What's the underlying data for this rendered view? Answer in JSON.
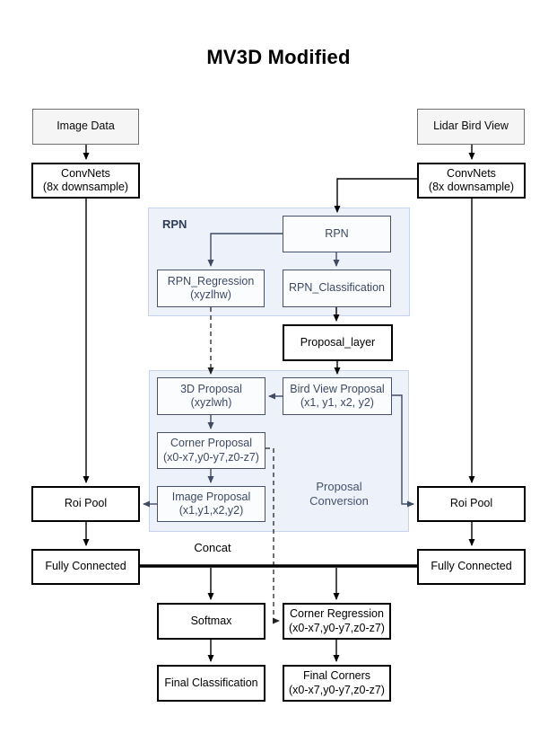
{
  "title": "MV3D Modified",
  "palette": {
    "background": "#ffffff",
    "group_fill": "#edf2fa",
    "group_border": "#c5d4ec",
    "blue_node_fill": "#fbfcfe",
    "blue_node_border": "#46516c",
    "blue_node_text": "#3c4a63",
    "gray_node_fill": "#f5f5f5",
    "gray_node_border": "#6e6e6e",
    "black_node_border": "#000000",
    "arrow_black": "#000000",
    "arrow_slate": "#3f4a63"
  },
  "groups": {
    "rpn": {
      "label": "RPN"
    },
    "proposal_conversion": {
      "label_line1": "Proposal",
      "label_line2": "Conversion"
    }
  },
  "labels": {
    "concat": "Concat"
  },
  "nodes": {
    "image_data": {
      "line1": "Image Data",
      "line2": ""
    },
    "lidar_bird_view": {
      "line1": "Lidar Bird View",
      "line2": ""
    },
    "convnets_left": {
      "line1": "ConvNets",
      "line2": "(8x downsample)"
    },
    "convnets_right": {
      "line1": "ConvNets",
      "line2": "(8x downsample)"
    },
    "rpn": {
      "line1": "RPN",
      "line2": ""
    },
    "rpn_regression": {
      "line1": "RPN_Regression",
      "line2": "(xyzlhw)"
    },
    "rpn_classification": {
      "line1": "RPN_Classification",
      "line2": ""
    },
    "proposal_layer": {
      "line1": "Proposal_layer",
      "line2": ""
    },
    "proposal_3d": {
      "line1": "3D Proposal",
      "line2": "(xyzlwh)"
    },
    "bird_view_proposal": {
      "line1": "Bird View Proposal",
      "line2": "(x1, y1, x2, y2)"
    },
    "corner_proposal": {
      "line1": "Corner Proposal",
      "line2": "(x0-x7,y0-y7,z0-z7)"
    },
    "image_proposal": {
      "line1": "Image Proposal",
      "line2": "(x1,y1,x2,y2)"
    },
    "roi_pool_left": {
      "line1": "Roi Pool",
      "line2": ""
    },
    "roi_pool_right": {
      "line1": "Roi Pool",
      "line2": ""
    },
    "fully_connected_left": {
      "line1": "Fully Connected",
      "line2": ""
    },
    "fully_connected_right": {
      "line1": "Fully Connected",
      "line2": ""
    },
    "softmax": {
      "line1": "Softmax",
      "line2": ""
    },
    "corner_regression": {
      "line1": "Corner Regression",
      "line2": "(x0-x7,y0-y7,z0-z7)"
    },
    "final_classification": {
      "line1": "Final Classification",
      "line2": ""
    },
    "final_corners": {
      "line1": "Final Corners",
      "line2": "(x0-x7,y0-y7,z0-z7)"
    }
  }
}
